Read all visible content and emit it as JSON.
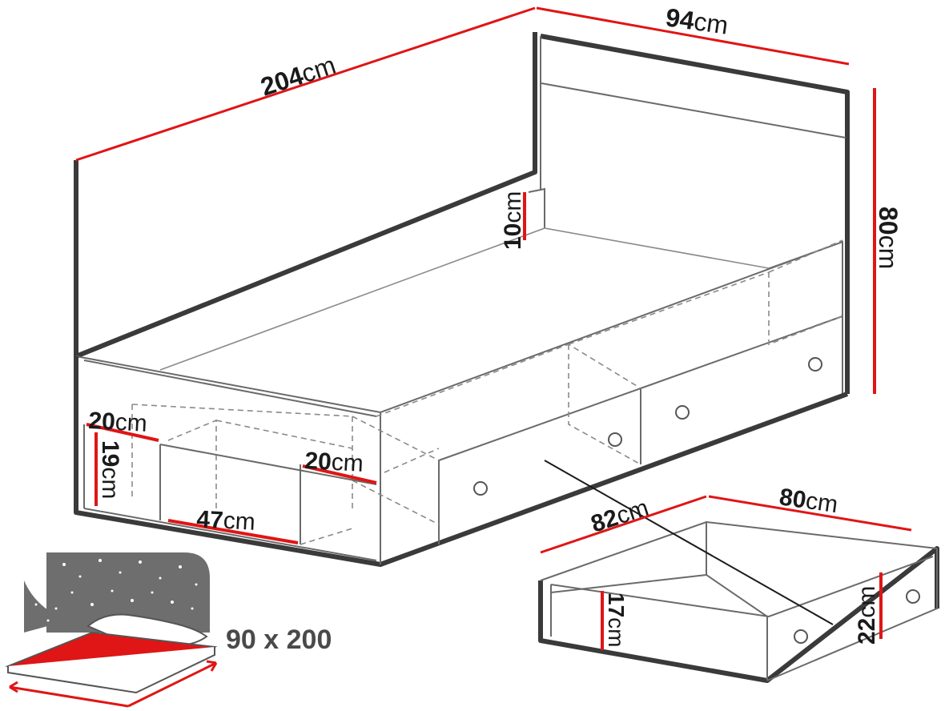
{
  "dimensions": {
    "length": {
      "value": "204",
      "unit": "cm"
    },
    "width": {
      "value": "94",
      "unit": "cm"
    },
    "headboard_height": {
      "value": "80",
      "unit": "cm"
    },
    "side_rail": {
      "value": "10",
      "unit": "cm"
    },
    "shelf_depth_left": {
      "value": "20",
      "unit": "cm"
    },
    "shelf_height": {
      "value": "19",
      "unit": "cm"
    },
    "shelf_depth_mid": {
      "value": "20",
      "unit": "cm"
    },
    "shelf_width": {
      "value": "47",
      "unit": "cm"
    },
    "drawer_length": {
      "value": "82",
      "unit": "cm"
    },
    "drawer_width": {
      "value": "80",
      "unit": "cm"
    },
    "drawer_inner_height": {
      "value": "17",
      "unit": "cm"
    },
    "drawer_height": {
      "value": "22",
      "unit": "cm"
    }
  },
  "mattress_size": "90 x 200",
  "colors": {
    "accent": "#e01515",
    "outline": "#3a3a3a",
    "headboard_print": "#6e6e6e"
  }
}
